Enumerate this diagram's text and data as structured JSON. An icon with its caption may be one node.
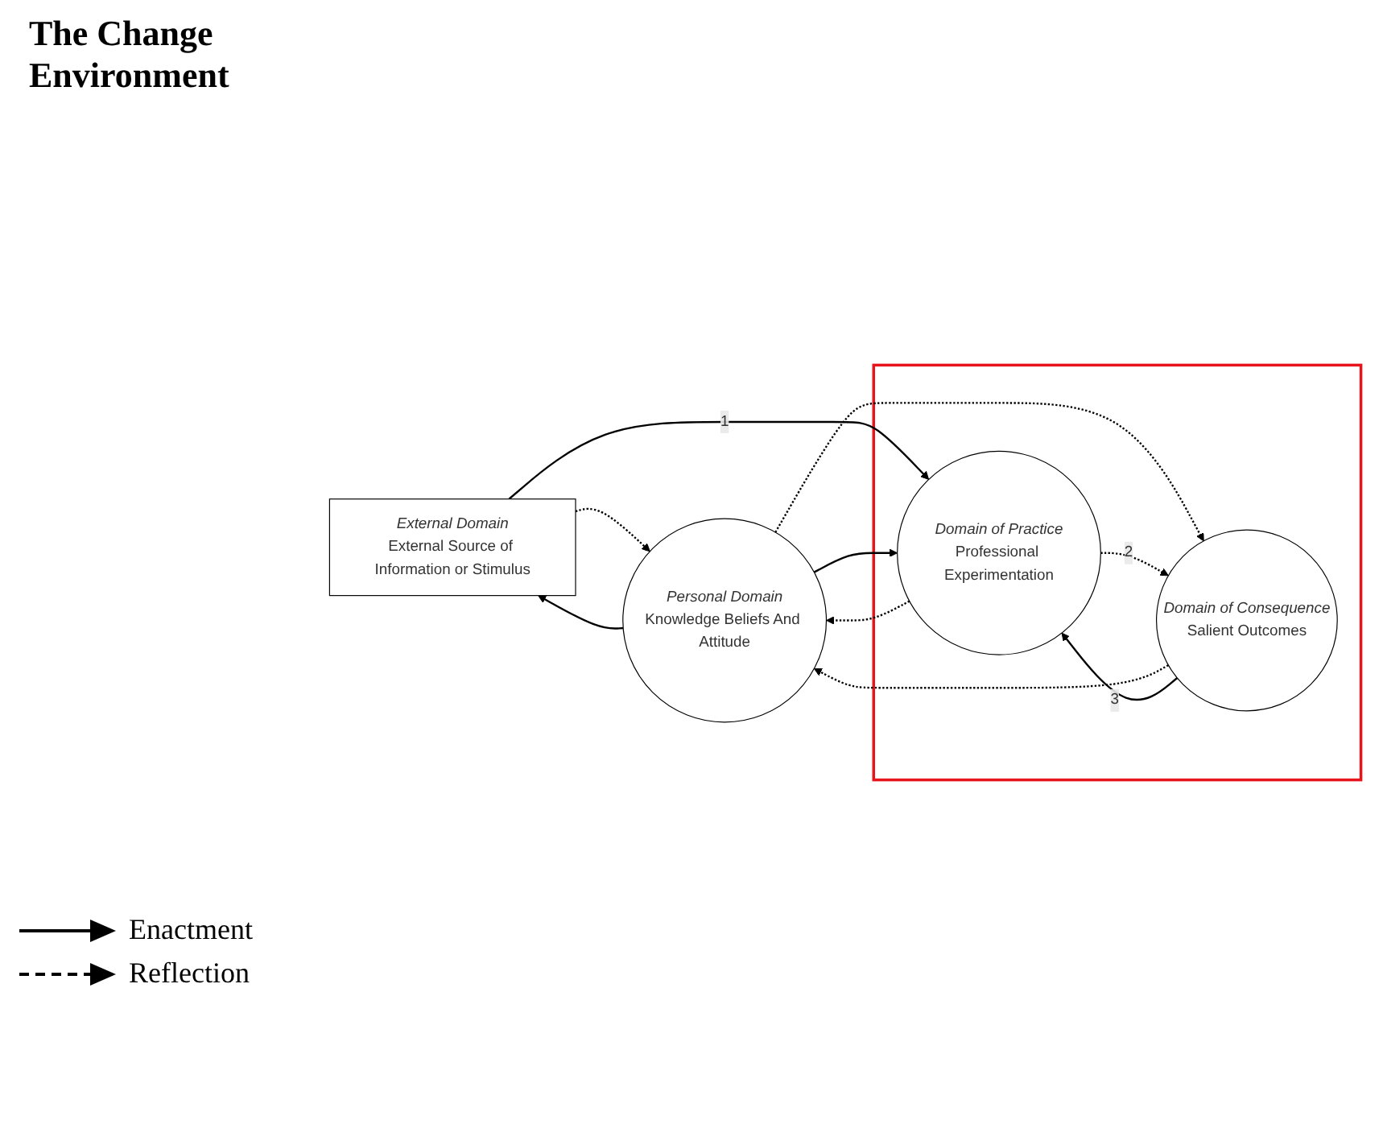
{
  "diagram": {
    "title": "The Change Environment",
    "nodes": [
      {
        "text": [
          "External Domain",
          "External Source of Information or Stimulus"
        ]
      },
      {
        "text": [
          "Personal Domain",
          "Knowledge Beliefs And Attitude"
        ]
      },
      {
        "text": [],
        "shape": "box"
      },
      {
        "text": [
          "Domain of Practice",
          "Professional Experimentation"
        ],
        "in": 2
      },
      {
        "text": [
          "Domain of Consequence",
          "Salient Outcomes"
        ],
        "in": 2
      }
    ],
    "edges": [
      {
        "from": 1,
        "to": 0,
        "arrow": "to"
      },
      {
        "from": 0,
        "to": 1,
        "arrow": "to",
        "style": "dashed"
      },
      {
        "from": 0,
        "to": 3,
        "arrow": "to",
        "label": "1"
      },
      {
        "from": 3,
        "to": 1,
        "arrow": "to",
        "style": "dashed"
      },
      {
        "from": 1,
        "to": 3,
        "arrow": "to"
      },
      {
        "from": 1,
        "to": 4,
        "arrow": "to",
        "style": "dashed"
      },
      {
        "from": 4,
        "to": 1,
        "arrow": "to",
        "style": "dashed"
      },
      {
        "from": 3,
        "to": 4,
        "arrow": "to",
        "style": "dashed",
        "label": "2"
      },
      {
        "from": 4,
        "to": 3,
        "arrow": "to",
        "label": "3"
      }
    ],
    "legend": [
      {
        "text": "Enactment"
      },
      {
        "text": "Reflection"
      }
    ]
  }
}
